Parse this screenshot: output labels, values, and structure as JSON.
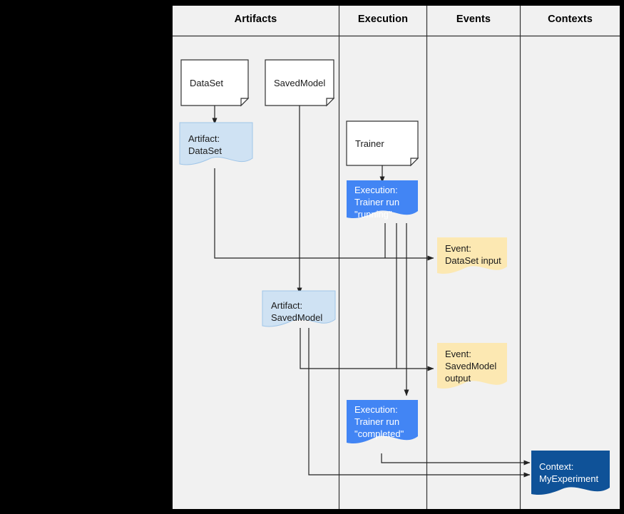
{
  "diagram": {
    "type": "swimlane-flow",
    "background_color": "#F1F1F1",
    "page_background": "#000000",
    "lanes": [
      {
        "id": "artifacts",
        "title": "Artifacts"
      },
      {
        "id": "execution",
        "title": "Execution"
      },
      {
        "id": "events",
        "title": "Events"
      },
      {
        "id": "contexts",
        "title": "Contexts"
      }
    ],
    "colors": {
      "artifact_fill": "#CFE2F3",
      "artifact_stroke": "#9FC5E8",
      "execution_fill": "#4285F4",
      "event_fill": "#FCE8B2",
      "context_fill": "#0F5298",
      "document_fill": "#FFFFFF",
      "document_stroke": "#333333",
      "connector": "#222222",
      "lane_divider": "#333333",
      "lane_background": "#F1F1F1"
    },
    "nodes": [
      {
        "id": "doc-dataset",
        "lane": "artifacts",
        "shape": "document",
        "label": "DataSet"
      },
      {
        "id": "doc-savedmodel",
        "lane": "artifacts",
        "shape": "document",
        "label": "SavedModel"
      },
      {
        "id": "artifact-dataset",
        "lane": "artifacts",
        "shape": "wave-rect",
        "label": "Artifact:\nDataSet"
      },
      {
        "id": "artifact-savedmodel",
        "lane": "artifacts",
        "shape": "wave-rect",
        "label": "Artifact:\nSavedModel"
      },
      {
        "id": "doc-trainer",
        "lane": "execution",
        "shape": "document",
        "label": "Trainer"
      },
      {
        "id": "execution-running",
        "lane": "execution",
        "shape": "wave-rect",
        "label": "Execution:\nTrainer run\n\"running\""
      },
      {
        "id": "execution-completed",
        "lane": "execution",
        "shape": "wave-rect",
        "label": "Execution:\nTrainer run\n\"completed\""
      },
      {
        "id": "event-dataset-input",
        "lane": "events",
        "shape": "wave-rect",
        "label": "Event:\nDataSet input"
      },
      {
        "id": "event-savedmodel-output",
        "lane": "events",
        "shape": "wave-rect",
        "label": "Event:\nSavedModel\noutput"
      },
      {
        "id": "context-myexperiment",
        "lane": "contexts",
        "shape": "wave-rect",
        "label": "Context:\nMyExperiment"
      }
    ],
    "edges": [
      {
        "from": "doc-dataset",
        "to": "artifact-dataset",
        "arrow": true
      },
      {
        "from": "doc-savedmodel",
        "to": "artifact-savedmodel",
        "arrow": true
      },
      {
        "from": "doc-trainer",
        "to": "execution-running",
        "arrow": true
      },
      {
        "from": "artifact-dataset",
        "to": "event-dataset-input",
        "arrow": true
      },
      {
        "from": "execution-running",
        "to": "event-dataset-input",
        "arrow": false
      },
      {
        "from": "execution-running",
        "to": "event-savedmodel-output",
        "arrow": false
      },
      {
        "from": "execution-running",
        "to": "execution-completed",
        "arrow": true
      },
      {
        "from": "artifact-savedmodel",
        "to": "event-savedmodel-output",
        "arrow": false
      },
      {
        "from": "execution-completed",
        "to": "context-myexperiment",
        "arrow": true
      },
      {
        "from": "artifact-savedmodel",
        "to": "context-myexperiment",
        "arrow": true
      }
    ]
  },
  "labels": {
    "lane_artifacts": "Artifacts",
    "lane_execution": "Execution",
    "lane_events": "Events",
    "lane_contexts": "Contexts",
    "doc_dataset": "DataSet",
    "doc_savedmodel": "SavedModel",
    "doc_trainer": "Trainer",
    "artifact_dataset": "Artifact:\nDataSet",
    "artifact_savedmodel": "Artifact:\nSavedModel",
    "execution_running": "Execution:\nTrainer run\n\"running\"",
    "execution_completed": "Execution:\nTrainer run\n\"completed\"",
    "event_dataset_input": "Event:\nDataSet input",
    "event_savedmodel_output": "Event:\nSavedModel\noutput",
    "context_myexperiment": "Context:\nMyExperiment"
  }
}
